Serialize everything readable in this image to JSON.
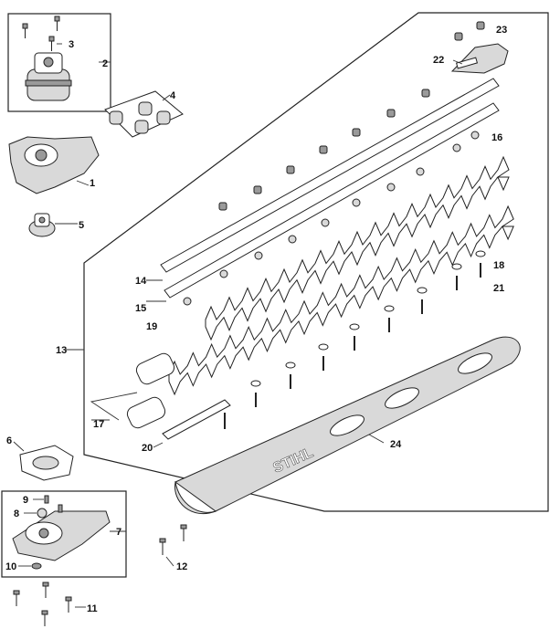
{
  "brand": "STIHL",
  "labels": [
    {
      "id": "l1",
      "text": "1"
    },
    {
      "id": "l2",
      "text": "2"
    },
    {
      "id": "l3",
      "text": "3"
    },
    {
      "id": "l4",
      "text": "4"
    },
    {
      "id": "l5",
      "text": "5"
    },
    {
      "id": "l6",
      "text": "6"
    },
    {
      "id": "l7",
      "text": "7"
    },
    {
      "id": "l8",
      "text": "8"
    },
    {
      "id": "l9",
      "text": "9"
    },
    {
      "id": "l10",
      "text": "10"
    },
    {
      "id": "l11",
      "text": "11"
    },
    {
      "id": "l12",
      "text": "12"
    },
    {
      "id": "l13",
      "text": "13"
    },
    {
      "id": "l14",
      "text": "14"
    },
    {
      "id": "l15",
      "text": "15"
    },
    {
      "id": "l16",
      "text": "16"
    },
    {
      "id": "l17",
      "text": "17"
    },
    {
      "id": "l18",
      "text": "18"
    },
    {
      "id": "l19",
      "text": "19"
    },
    {
      "id": "l20",
      "text": "20"
    },
    {
      "id": "l21",
      "text": "21"
    },
    {
      "id": "l22",
      "text": "22"
    },
    {
      "id": "l23",
      "text": "23"
    },
    {
      "id": "l24",
      "text": "24"
    }
  ]
}
